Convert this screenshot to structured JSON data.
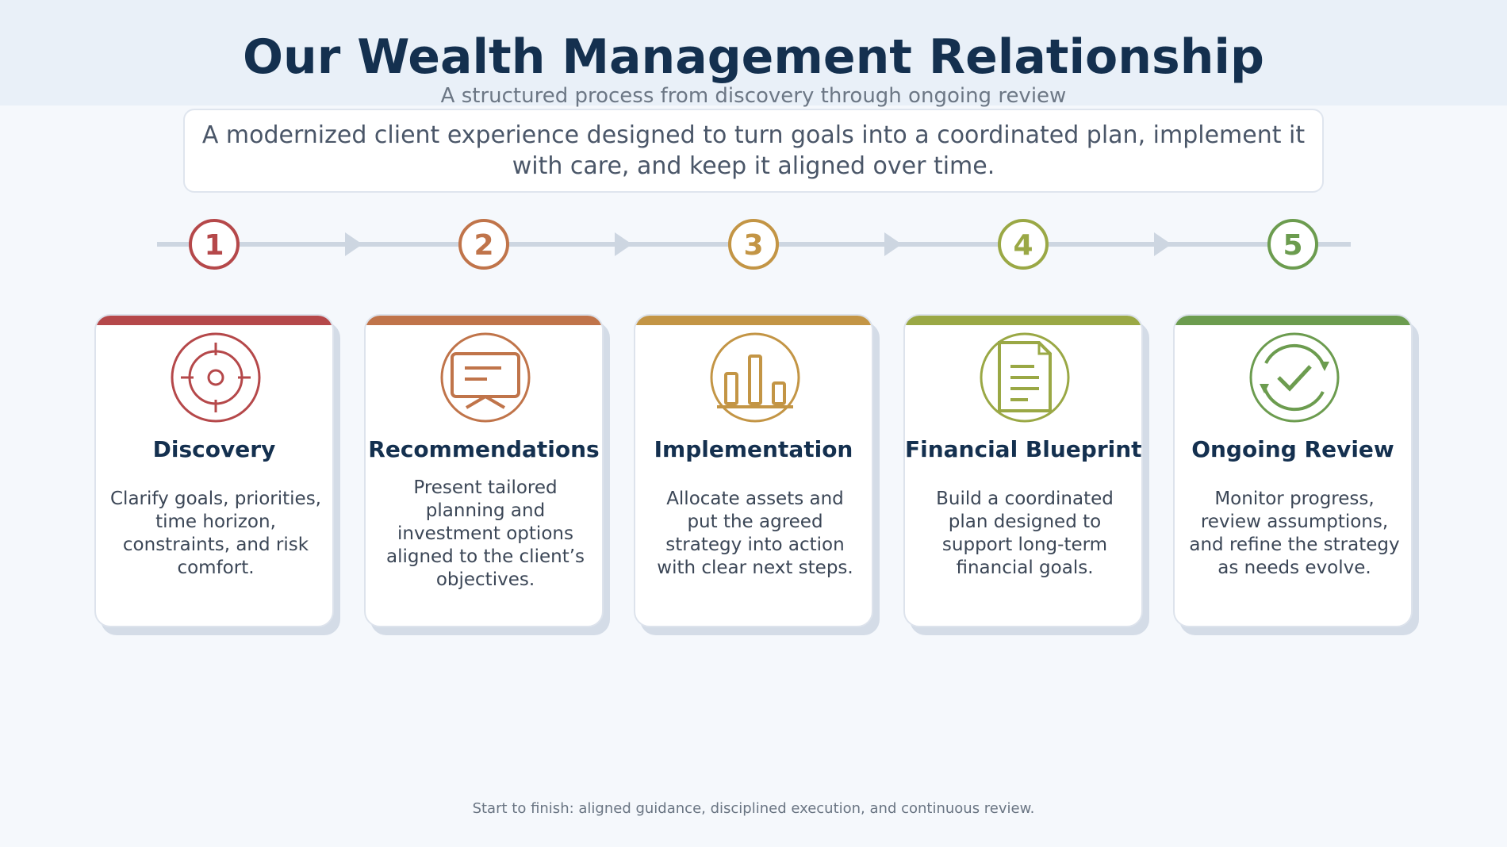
{
  "header": {
    "title": "Our Wealth Management Relationship",
    "subtitle": "A structured process from discovery through ongoing review"
  },
  "intro": "A modernized client experience designed to turn goals into a coordinated plan, implement it with care, and keep it aligned over time.",
  "colors": {
    "title": "#14304f",
    "timeline_line": "#cdd6e1",
    "step1": "#b5484a",
    "step2": "#c0744a",
    "step3": "#c39545",
    "step4": "#9aa845",
    "step5": "#6c9c4f"
  },
  "steps": [
    {
      "number": "1",
      "title": "Discovery",
      "icon": "target-icon",
      "description": "Clarify goals, priorities, time horizon, constraints, and risk comfort."
    },
    {
      "number": "2",
      "title": "Recommendations",
      "icon": "presentation-board-icon",
      "description": "Present tailored planning and investment options aligned to the client’s objectives."
    },
    {
      "number": "3",
      "title": "Implementation",
      "icon": "bar-chart-icon",
      "description": "Allocate assets and put the agreed strategy into action with clear next steps."
    },
    {
      "number": "4",
      "title": "Financial Blueprint",
      "icon": "document-icon",
      "description": "Build a coordinated plan designed to support long-term financial goals."
    },
    {
      "number": "5",
      "title": "Ongoing Review",
      "icon": "refresh-check-icon",
      "description": "Monitor progress, review assumptions, and refine the strategy as needs evolve."
    }
  ],
  "footer": "Start to finish: aligned guidance, disciplined execution, and continuous review."
}
